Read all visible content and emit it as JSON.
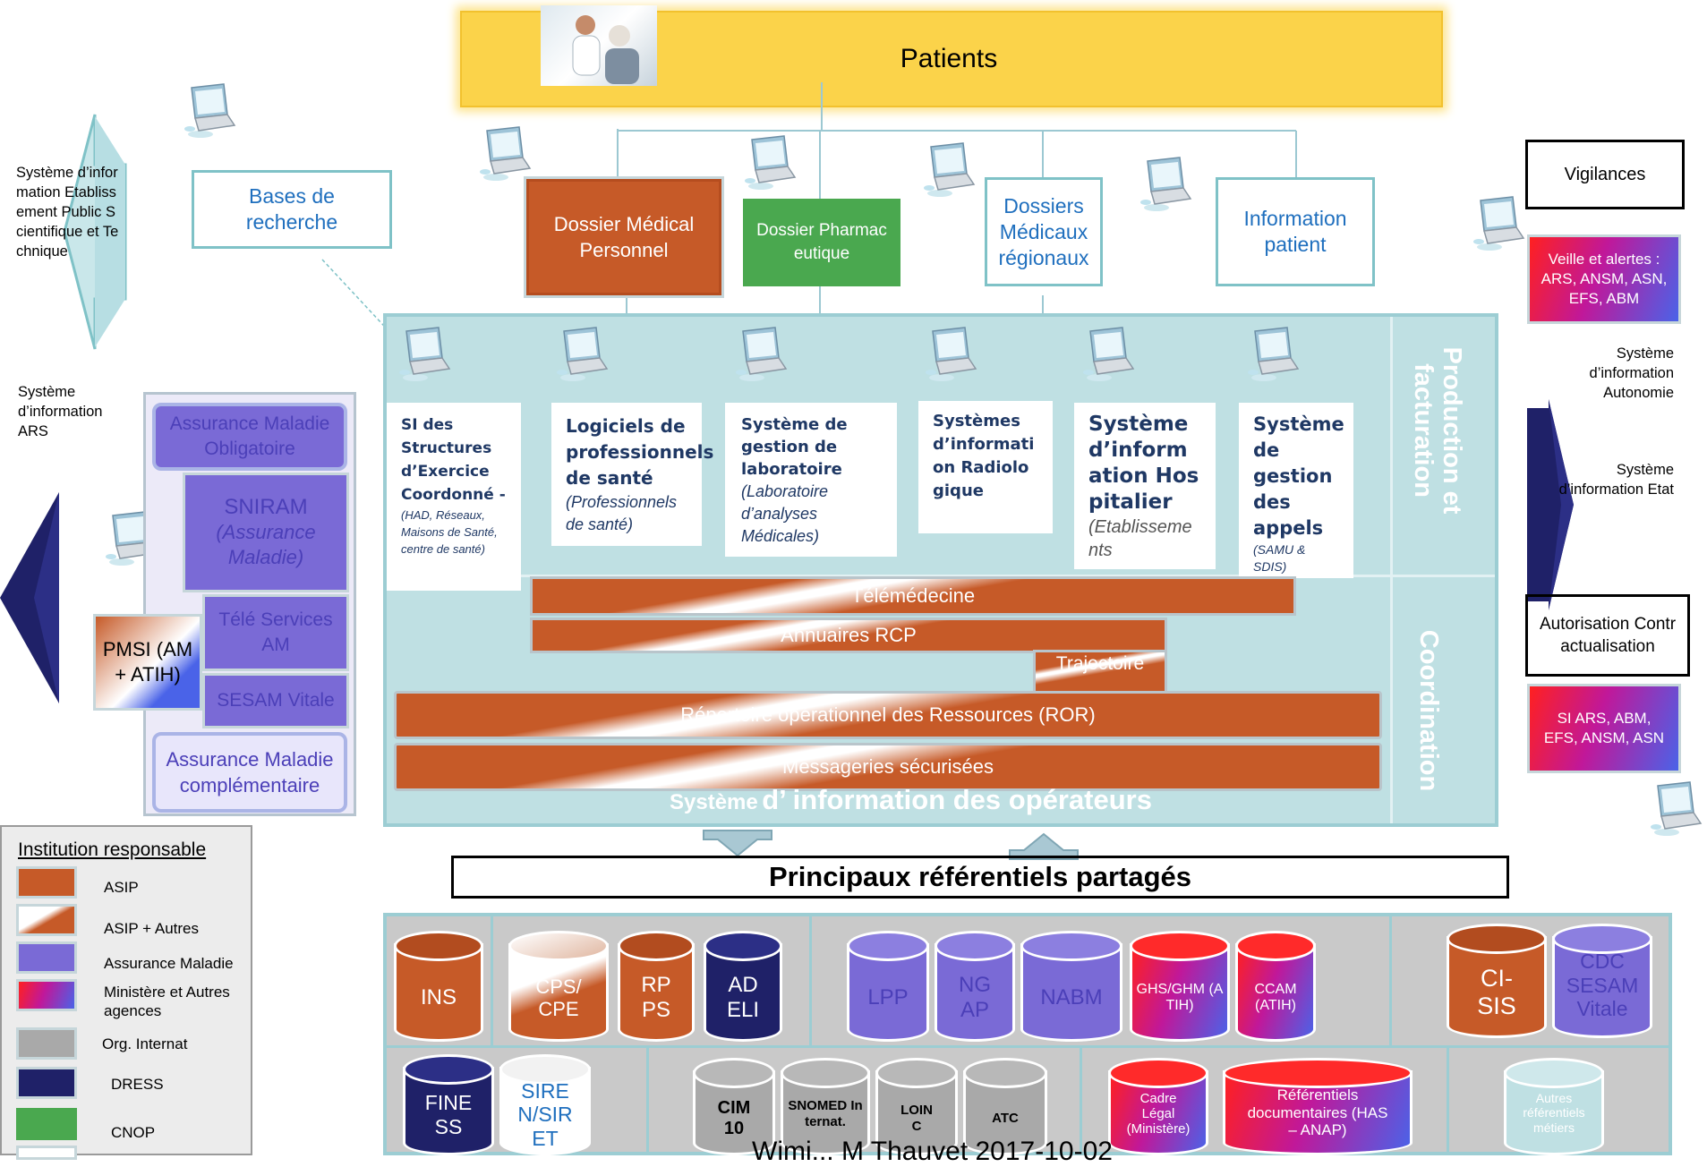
{
  "top_banner": {
    "title": "Patients"
  },
  "left_labels": {
    "epst": "Système d’information Etablissement Public Scientifique et Technique",
    "ars": "Système d’information ARS"
  },
  "bases": "Bases de recherche",
  "dossiers": {
    "dmp": "Dossier Médical Personnel",
    "pharma": "Dossier Pharmaceutique",
    "regionaux": "Dossiers Médicaux régionaux",
    "info_patient": "Information patient"
  },
  "right_panel": {
    "vigilances": "Vigilances",
    "veille": "Veille et alertes : ARS, ANSM, ASN, EFS, ABM",
    "autonomie": "Système d’information Autonomie",
    "etat": "Système d’information Etat",
    "autorisation": "Autorisation Contractualisation",
    "si_ars": "SI ARS, ABM, EFS, ANSM, ASN"
  },
  "am_panel": {
    "amo": "Assurance Maladie Obligatoire",
    "sniram": "SNIRAM",
    "sniram_sub": "(Assurance Maladie)",
    "teleservices": "Télé Services AM",
    "sesam": "SESAM Vitale",
    "pmsi": "PMSI (AM + ATIH)",
    "amc": "Assurance Maladie complémentaire"
  },
  "operateurs": {
    "side_production": "Production et facturation",
    "side_coordination": "Coordination",
    "bottom_title_a": "Système",
    "bottom_title_b": "d’ information des opérateurs",
    "cards": [
      {
        "title": "SI des Structures d’Exercice Coordonné -",
        "sub": "(HAD, Réseaux, Maisons de Santé, centre de santé)"
      },
      {
        "title": "Logiciels de professionnels de santé",
        "sub": "(Professionnels de santé)"
      },
      {
        "title": "Système de gestion de laboratoire",
        "sub": "(Laboratoire d’analyses Médicales)"
      },
      {
        "title": "Systèmes d’information Radiologique",
        "sub": ""
      },
      {
        "title": "Système d’information Hospitalier",
        "sub": "(Etablissements"
      },
      {
        "title": "Système de gestion des appels",
        "sub": "(SAMU & SDIS)"
      }
    ],
    "bars": {
      "telemedecine": "Télémédecine",
      "annuaires": "Annuaires  RCP",
      "trajectoire": "Trajectoire",
      "ror": "Répertoire opérationnel des Ressources (ROR)",
      "messageries": "Messageries sécurisées"
    }
  },
  "referentiels": {
    "title": "Principaux référentiels partagés"
  },
  "legend": {
    "title": "Institution responsable",
    "items": [
      {
        "label": "ASIP",
        "color": "#c65a28"
      },
      {
        "label": "ASIP + Autres",
        "color": "#c65a28"
      },
      {
        "label": "Assurance Maladie",
        "color": "#7a6ad6"
      },
      {
        "label": "Ministère et Autres agences",
        "color": "#ff2020"
      },
      {
        "label": "Org.  Internat",
        "color": "#a9a9a9"
      },
      {
        "label": "DRESS",
        "color": "#1f2168"
      },
      {
        "label": "CNOP",
        "color": "#4aa84f"
      }
    ]
  },
  "cylinders_row1": [
    {
      "label": "INS"
    },
    {
      "label": "CPS/ CPE"
    },
    {
      "label": "RP PS"
    },
    {
      "label": "AD ELI"
    },
    {
      "label": "LPP"
    },
    {
      "label": "NG AP"
    },
    {
      "label": "NABM"
    },
    {
      "label": "GHS/GHM (ATIH)"
    },
    {
      "label": "CCAM (ATIH)"
    },
    {
      "label": "CI-SIS"
    },
    {
      "label": "CDC SESAM Vitale"
    }
  ],
  "cylinders_row2": [
    {
      "label": "FINESS"
    },
    {
      "label": "SIREN/SIRET"
    },
    {
      "label": "CIM 10"
    },
    {
      "label": "SNOMED Internat."
    },
    {
      "label": "LOINC"
    },
    {
      "label": "ATC"
    },
    {
      "label": "Cadre Légal (Ministère)"
    },
    {
      "label": "Référentiels documentaires (HAS – ANAP)"
    },
    {
      "label": "Autres référentiels métiers"
    }
  ],
  "footer": {
    "text": "Wimi... M Thauvet 2017-10-02"
  },
  "colors": {
    "asip": "#c65a28",
    "am": "#7a6ad6",
    "dress": "#1f2168",
    "cnop": "#4aa84f",
    "panel": "#bfe0e3",
    "banner": "#fbd34a"
  }
}
